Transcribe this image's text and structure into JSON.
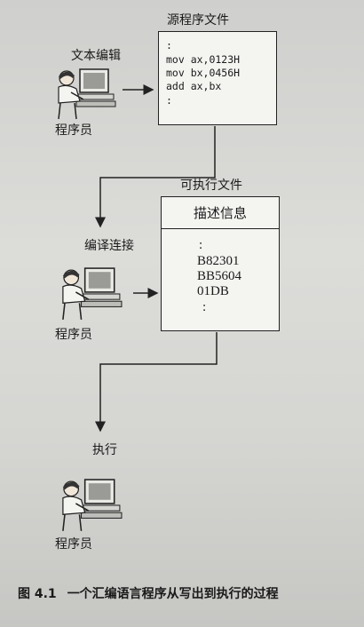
{
  "source_file": {
    "title": "源程序文件",
    "lines": [
      ":",
      "mov ax,0123H",
      "mov bx,0456H",
      "add ax,bx",
      ":"
    ]
  },
  "exe_file": {
    "title": "可执行文件",
    "header": "描述信息",
    "lines": [
      ":",
      "B82301",
      "BB5604",
      "01DB",
      ":"
    ]
  },
  "steps": {
    "edit": "文本编辑",
    "compile_link": "编译连接",
    "execute": "执行"
  },
  "programmer_label": "程序员",
  "caption": {
    "number": "图 4.1",
    "text": "一个汇编语言程序从写出到执行的过程"
  }
}
